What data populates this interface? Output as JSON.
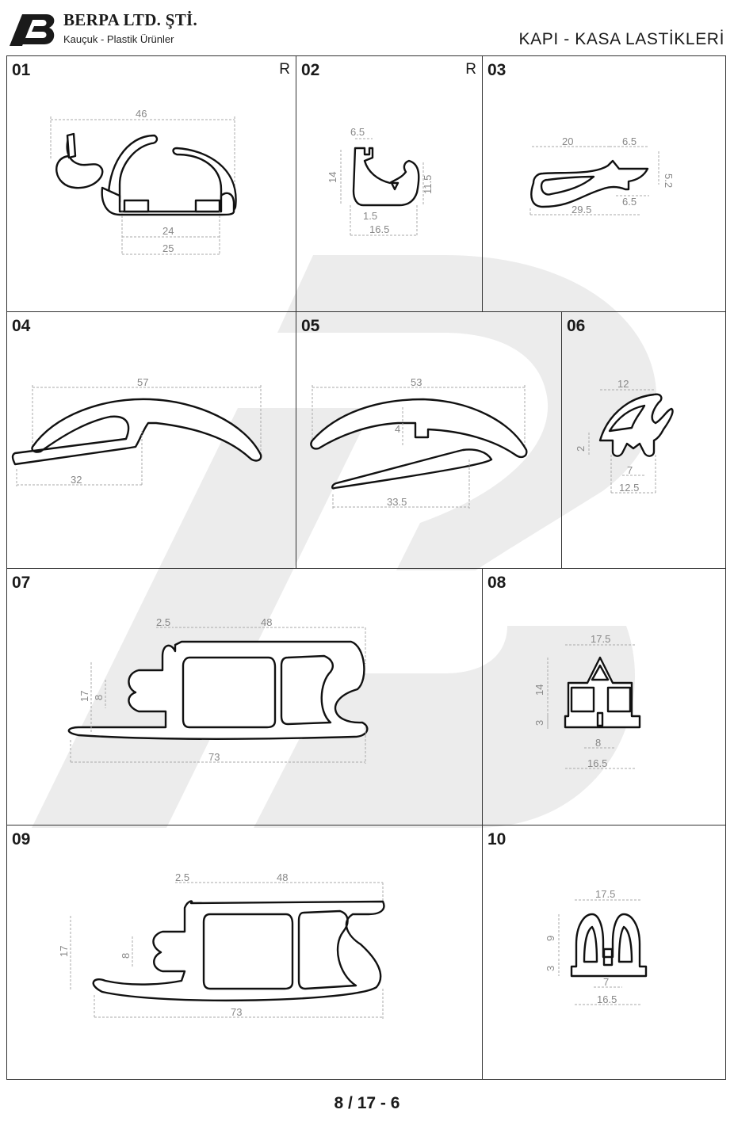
{
  "header": {
    "company_name": "BERPA LTD. ŞTİ.",
    "company_subtitle": "Kauçuk - Plastik Ürünler",
    "page_title": "KAPI - KASA LASTİKLERİ"
  },
  "products": [
    {
      "id": "01",
      "mark": "R",
      "dims": [
        "46",
        "24",
        "25"
      ]
    },
    {
      "id": "02",
      "mark": "R",
      "dims": [
        "6.5",
        "14",
        "11.5",
        "1.5",
        "16.5"
      ]
    },
    {
      "id": "03",
      "mark": "",
      "dims": [
        "20",
        "6.5",
        "5.2",
        "29.5",
        "6.5"
      ]
    },
    {
      "id": "04",
      "mark": "",
      "dims": [
        "57",
        "32"
      ]
    },
    {
      "id": "05",
      "mark": "",
      "dims": [
        "53",
        "4",
        "33.5"
      ]
    },
    {
      "id": "06",
      "mark": "",
      "dims": [
        "12",
        "2",
        "7",
        "12.5"
      ]
    },
    {
      "id": "07",
      "mark": "",
      "dims": [
        "2.5",
        "48",
        "17",
        "8",
        "73"
      ]
    },
    {
      "id": "08",
      "mark": "",
      "dims": [
        "17.5",
        "14",
        "3",
        "8",
        "16.5"
      ]
    },
    {
      "id": "09",
      "mark": "",
      "dims": [
        "2.5",
        "48",
        "17",
        "8",
        "73"
      ]
    },
    {
      "id": "10",
      "mark": "",
      "dims": [
        "17.5",
        "9",
        "3",
        "7",
        "16.5"
      ]
    }
  ],
  "footer": {
    "page_number": "8 / 17 - 6"
  }
}
